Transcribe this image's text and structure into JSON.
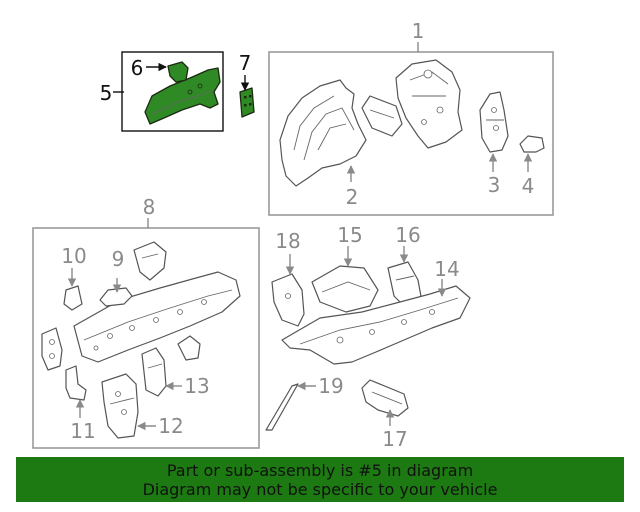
{
  "callouts": {
    "c1": "1",
    "c2": "2",
    "c3": "3",
    "c4": "4",
    "c5": "5",
    "c6": "6",
    "c7": "7",
    "c8": "8",
    "c9": "9",
    "c10": "10",
    "c11": "11",
    "c12": "12",
    "c13": "13",
    "c14": "14",
    "c15": "15",
    "c16": "16",
    "c17": "17",
    "c18": "18",
    "c19": "19"
  },
  "banner": {
    "line1": "Part or sub-assembly is #5 in diagram",
    "line2": "Diagram may not be specific to your vehicle"
  },
  "colors": {
    "highlight": "#2f8a25",
    "banner": "#1d7a12",
    "callout_gray": "#8a8a8a"
  }
}
